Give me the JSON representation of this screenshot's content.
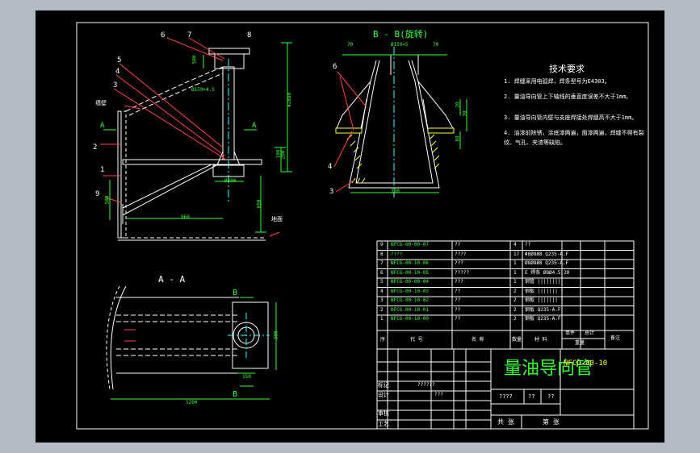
{
  "colors": {
    "background": "#000000",
    "frame": "#ffffff",
    "part": "#ffffff",
    "dimension": "#33ff33",
    "leader": "#ff4444",
    "hatch": "#ffff33",
    "title": "#33ff33",
    "axis": "#33ffff"
  },
  "views": {
    "front": {
      "balloons": [
        "6",
        "7",
        "8",
        "5",
        "4",
        "3",
        "2",
        "1",
        "9"
      ],
      "dims": {
        "d1": "Ø159×4.5",
        "d2": "Ø300",
        "d3": "960",
        "d4": "500",
        "d5": "42880",
        "d6": "100",
        "d7": "650",
        "d8": "200",
        "d9": "500"
      },
      "labels": {
        "section_a_left": "A",
        "section_a_right": "A",
        "wall_top": "墙壁",
        "floor": "地面"
      }
    },
    "section_bb": {
      "title": "B - B(旋转)",
      "balloons": [
        "6",
        "4",
        "3"
      ],
      "dims": {
        "top_dia": "Ø159×5",
        "left": "70",
        "right": "70",
        "bottom": "380",
        "side1": "20",
        "side2": "70",
        "side3": "80"
      }
    },
    "section_aa": {
      "title": "A - A",
      "marks": {
        "b_top": "B",
        "b_bottom": "B"
      },
      "dims": {
        "length": "1200",
        "width": "150",
        "height": "300"
      }
    }
  },
  "tech_requirements": {
    "title": "技术要求",
    "items": [
      "1. 焊缝采用电弧焊，焊条型号为E4303。",
      "2. 量油导向管上下轴线的垂直度误差不大于1mm。",
      "3. 量油导向管内壁与支座焊接处焊缝高不大于1mm。",
      "4. 油漆前除锈，涂底漆两遍，面漆两遍，焊缝不得有裂纹、气孔、夹渣等缺陷。"
    ]
  },
  "bom": {
    "rows": [
      {
        "no": "9",
        "code": "NFCG-00-00-07",
        "name": "??",
        "qty": "4",
        "material": "??"
      },
      {
        "no": "8",
        "code": "????",
        "name": "????",
        "qty": "17",
        "material": "Φ8Ø8Ø8 Q235-A.F"
      },
      {
        "no": "7",
        "code": "NFCG-00-10-06",
        "name": "???",
        "qty": "1",
        "material": "Ø8Ø8Ø8 Q235-A.F"
      },
      {
        "no": "6",
        "code": "NFCG-00-10-05",
        "name": "?????",
        "qty": "1",
        "material": "E 焊条 Ø8Ø4.5 20"
      },
      {
        "no": "5",
        "code": "NFCG-00-00-04",
        "name": "???",
        "qty": "1",
        "material": "钢管 ||||||||"
      },
      {
        "no": "4",
        "code": "NFCG-00-10-03",
        "name": "??",
        "qty": "2",
        "material": "钢板 ||||||| |"
      },
      {
        "no": "3",
        "code": "NFCG-00-10-02",
        "name": "??",
        "qty": "2",
        "material": "钢板 ||||||| |"
      },
      {
        "no": "2",
        "code": "NFCG-00-10-01",
        "name": "??",
        "qty": "2",
        "material": "钢板 Q235-A.F"
      },
      {
        "no": "1",
        "code": "NFCG-00-10-00",
        "name": "??",
        "qty": "2",
        "material": "钢板 Q235-A.F"
      }
    ],
    "header": {
      "no": "序",
      "code": "代  号",
      "name": "名  称",
      "qty": "数量",
      "material": "材  料",
      "unit_wt": "单件",
      "total_wt": "总计",
      "weight": "重量",
      "remark": "备注"
    }
  },
  "title_block": {
    "title": "量油导向管",
    "drawing_no": "NFCG-00-10",
    "rows": [
      "标记",
      "设计",
      "审核",
      "工艺"
    ],
    "cells": [
      "??????",
      "???",
      "????",
      "??",
      "??"
    ],
    "sheet": [
      "共  张",
      "第  张"
    ]
  }
}
